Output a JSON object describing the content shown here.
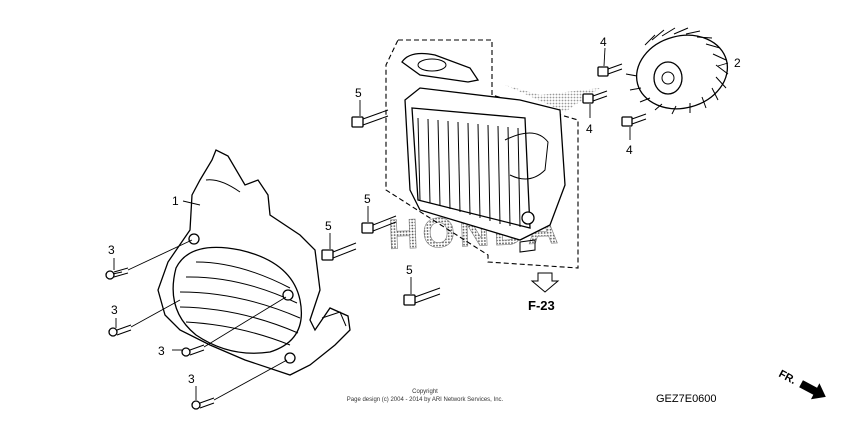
{
  "callouts": {
    "shroud": "1",
    "fan": "2",
    "screw_a": "3",
    "screw_b": "3",
    "screw_c": "3",
    "screw_d": "3",
    "fan_bolt_a": "4",
    "fan_bolt_b": "4",
    "fan_bolt_c": "4",
    "bolt_a": "5",
    "bolt_b": "5",
    "bolt_c": "5",
    "bolt_d": "5"
  },
  "reference": {
    "label": "F-23"
  },
  "copyright": {
    "line1": "Copyright",
    "line2": "Page design (c) 2004 - 2014 by ARI Network Services, Inc."
  },
  "diagram_code": "GEZ7E0600",
  "front_indicator": "FR.",
  "watermark": "HONDA"
}
